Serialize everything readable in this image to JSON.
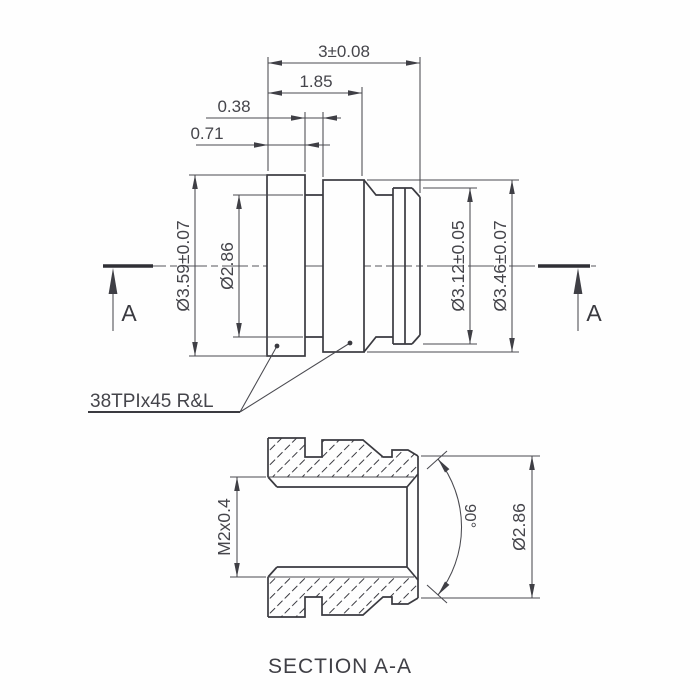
{
  "page": {
    "background_color": "#fefefe",
    "line_color": "#3a3a40",
    "dimension_color": "#4a4a50"
  },
  "top_view": {
    "dims": {
      "overall_length": "3±0.08",
      "thread_length": "1.85",
      "groove_width": "0.38",
      "front_thread_width": "0.71",
      "front_thread_od": "Ø3.59±0.07",
      "groove_dia": "Ø2.86",
      "nose_dia": "Ø3.12±0.05",
      "rear_thread_od": "Ø3.46±0.07"
    },
    "thread_note": "38TPIx45 R&L",
    "section_marker": "A"
  },
  "section_view": {
    "title": "SECTION A-A",
    "dims": {
      "internal_thread": "M2x0.4",
      "seat_angle": "90°",
      "seat_dia": "Ø2.86"
    }
  }
}
